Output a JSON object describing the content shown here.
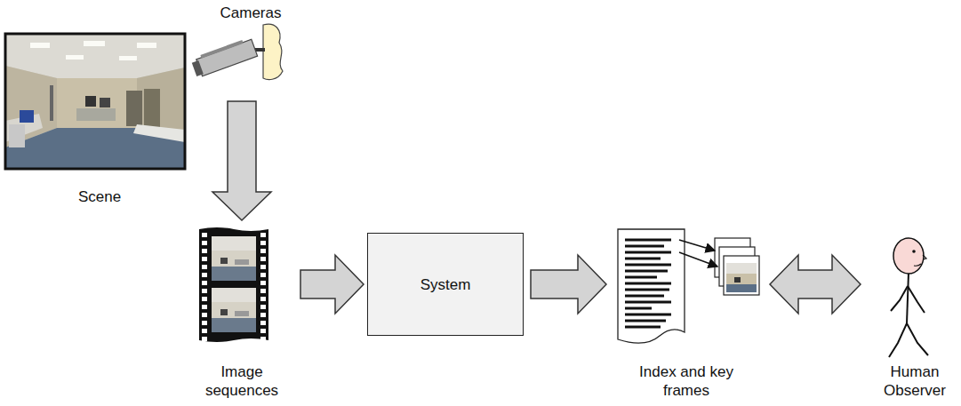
{
  "diagram": {
    "nodes": [
      {
        "text": [
          "Scene"
        ]
      },
      {
        "text": [
          "Cameras"
        ]
      },
      {
        "text": [
          "Image sequences"
        ]
      },
      {
        "text": [
          "System"
        ]
      },
      {
        "text": [
          "Index and key frames"
        ]
      },
      {
        "text": [
          "Human Observer"
        ]
      }
    ],
    "edges": [
      {
        "from": 1,
        "to": 2,
        "arrow": "to"
      },
      {
        "from": 2,
        "to": 3,
        "arrow": "to"
      },
      {
        "from": 3,
        "to": 4,
        "arrow": "to"
      },
      {
        "from": 4,
        "to": 5,
        "arrow": "both"
      }
    ]
  }
}
